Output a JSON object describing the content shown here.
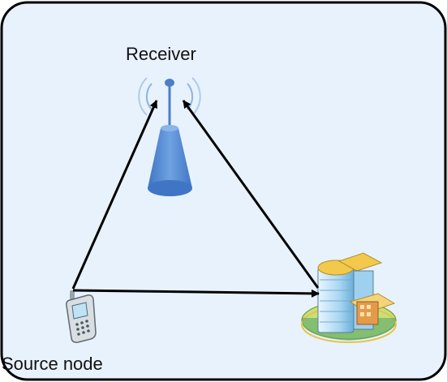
{
  "diagram": {
    "receiver_label": "Receiver",
    "source_label": "Source node",
    "colors": {
      "panel_fill": "#e8f2fc",
      "panel_border": "#000000",
      "antenna": "#5b8fd4",
      "arrow": "#000000",
      "building_glass": "#b9dcf0",
      "building_roof": "#f2c94c",
      "ground": "#c8e07a"
    },
    "icons": [
      "antenna-tower-icon",
      "mobile-phone-icon",
      "office-building-icon"
    ],
    "edges": [
      {
        "from": "Source node",
        "to": "Receiver"
      },
      {
        "from": "Source node",
        "to": "building"
      },
      {
        "from": "building",
        "to": "Receiver"
      }
    ]
  }
}
